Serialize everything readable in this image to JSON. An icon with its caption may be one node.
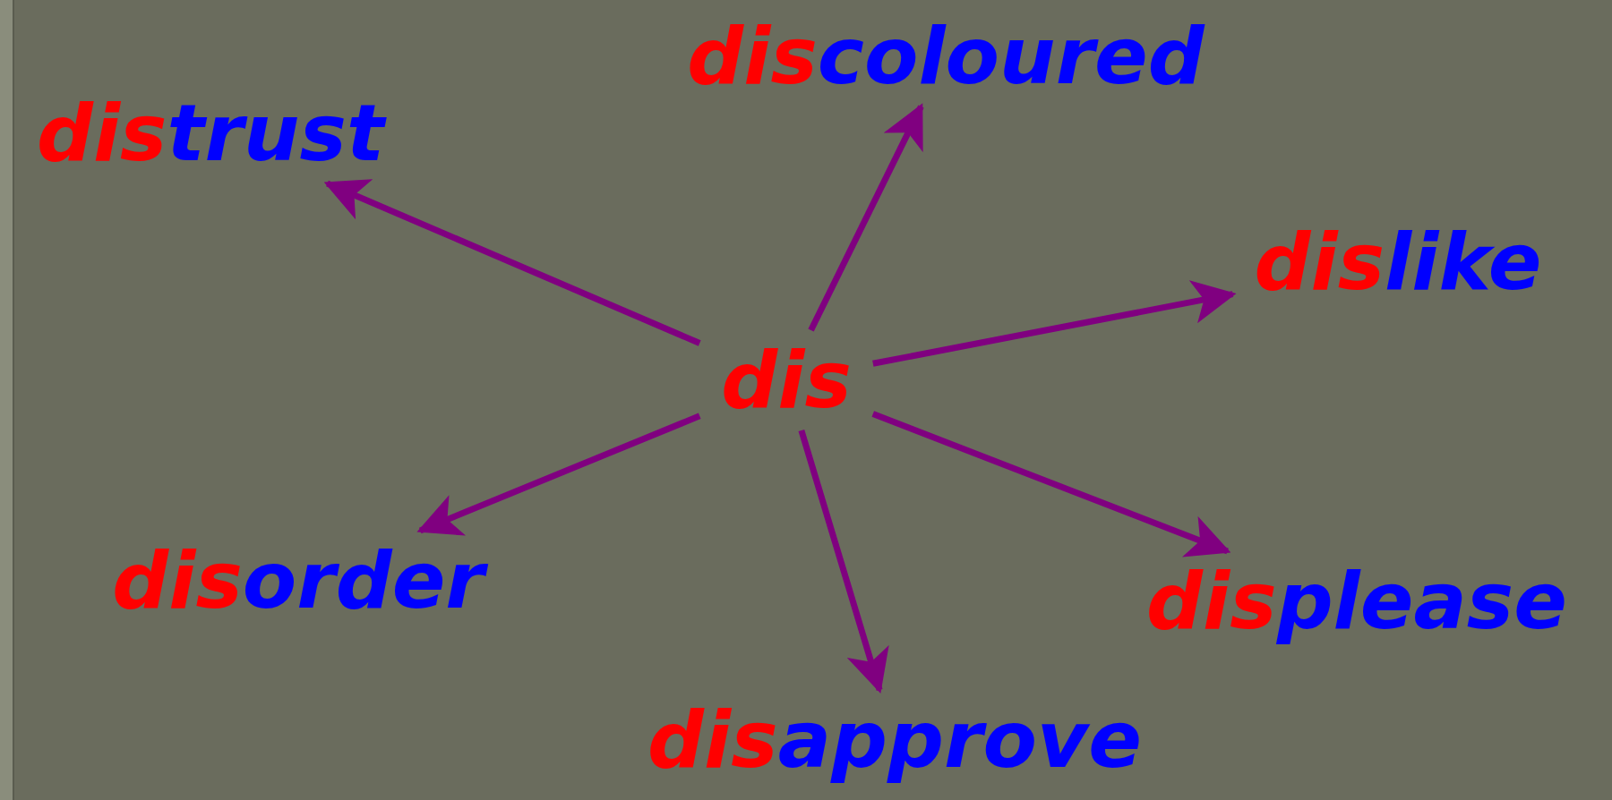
{
  "diagram": {
    "nodes": [
      {
        "text": [
          "discoloured"
        ]
      },
      {
        "text": [
          "distrust"
        ]
      },
      {
        "text": [
          "dislike"
        ]
      },
      {
        "text": [
          "dis"
        ]
      },
      {
        "text": [
          "disorder"
        ]
      },
      {
        "text": [
          "displease"
        ]
      },
      {
        "text": [
          "disapprove"
        ]
      }
    ],
    "edges": [
      {
        "from": 3,
        "to": 0,
        "arrow": "to"
      },
      {
        "from": 3,
        "to": 1,
        "arrow": "to"
      },
      {
        "from": 3,
        "to": 2,
        "arrow": "to"
      },
      {
        "from": 3,
        "to": 4,
        "arrow": "to"
      },
      {
        "from": 3,
        "to": 5,
        "arrow": "to"
      },
      {
        "from": 3,
        "to": 6,
        "arrow": "to"
      }
    ]
  }
}
